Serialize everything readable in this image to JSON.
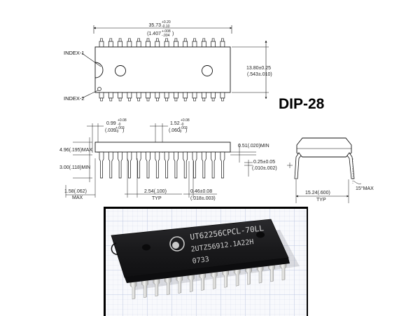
{
  "package_title": "DIP-28",
  "top_view": {
    "length": "35.73",
    "length_tol_plus": "+0.20",
    "length_tol_minus": "-0.10",
    "length_in": "(1.407",
    "length_in_tol_plus": "+.008",
    "length_in_tol_minus": "-.004",
    "length_in_close": ")",
    "width": "13.80±0.25",
    "width_in": "(.543±.010)",
    "index1": "INDEX-1",
    "index2": "INDEX-2"
  },
  "side_view": {
    "pin_width_wide": "0.99",
    "pin_width_wide_tol_plus": "+0.08",
    "pin_width_wide_tol_minus": "-0",
    "pin_width_wide_in": "(.039",
    "pin_width_wide_in_tol_plus": "+.003",
    "pin_width_wide_in_tol_minus": "-0",
    "pin_width_wide_in_close": ")",
    "shoulder_width": "1.52",
    "shoulder_width_tol_plus": "+0.08",
    "shoulder_width_tol_minus": "-0",
    "shoulder_width_in": "(.060",
    "shoulder_width_in_tol_plus": "+.003",
    "shoulder_width_in_tol_minus": "-0",
    "shoulder_width_in_close": ")",
    "body_height": "4.96(.195)MAX",
    "seated_height": "3.00(.118)MIN",
    "standoff": "0.51(.020)MIN",
    "lead_thickness": "0.25±0.05",
    "lead_thickness_in": "(.010±.002)",
    "end_distance": "1.58(.062)",
    "end_distance_note": "MAX",
    "pitch": "2.54(.100)",
    "pitch_note": "TYP",
    "lead_width": "0.46±0.08",
    "lead_width_in": "(.018±.003)"
  },
  "end_view": {
    "row_spacing": "15.24(.600)",
    "row_spacing_note": "TYP",
    "angle": "15°MAX"
  },
  "photo": {
    "marking_line1": "UT62256CPCL-70LL",
    "marking_line2": "2UTZ56912.1A22H",
    "marking_line3": "0733"
  },
  "colors": {
    "line": "#111111",
    "chip_body": "#1c1c1e",
    "pin": "#e6e6e4",
    "grid_paper": "#f7f8fb",
    "grid_line": "#c9d2e6",
    "photo_frame": "#000000"
  }
}
